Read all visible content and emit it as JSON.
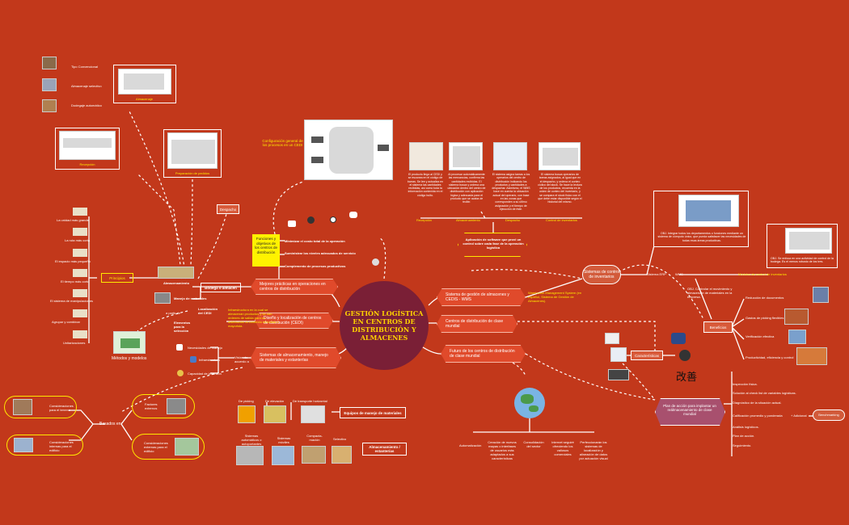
{
  "center": {
    "title": "GESTIÓN LOGÍSTICA EN CENTROS DE DISTRIBUCIÓN Y ALMACENES"
  },
  "branches_left": [
    "Mejores prácticas en operaciones en centros  de distribución",
    "Diseño y localización de centros de distribución (CEDI)",
    "Sistemas de almacenamiento, manejo de materiales  y estanterías"
  ],
  "branches_right": [
    "Sistema de gestión de almacenes y CEDIS - WMS",
    "Centros de distribución de clase mundial",
    "Futuro de los centros de distribución de clase mundial"
  ],
  "wms_note": "Warehouse Management System (en español, Sistema de Gestión de Almacenes).",
  "top": {
    "config_label": "Configuración general de los procesos en un CEDI",
    "functions_label": "Funciones y objetivos de los centros de distribución",
    "functions_items": [
      "Minimizar el costo total de la operación",
      "Suministrar los niveles adecuados de servicio",
      "Complemento de procesos productivos"
    ]
  },
  "left": {
    "principios": "Principios",
    "principios_items": [
      "La unidad más grande",
      "La ruta más corta",
      "El espacio más pequeño",
      "El tiempo más corto",
      "El sistema de manipulaciones",
      "Agrupar y combinar",
      "Unitarizaciones"
    ],
    "almacenamiento": "Almacenamiento",
    "manejo": "Manejo de materiales",
    "bodega": "Bodega o almacén",
    "despacho": "Despacho",
    "almacenaje": "Almacenaje",
    "almacenaje_items": [
      "Tipo Convencional",
      "Almacenaje selectivo",
      "Dodegaje automático"
    ],
    "recepcion": "Recepción",
    "preparacion": "Preparación de pedidos",
    "localizacion": "Localización del CEDI",
    "elementos": "Elementos para la selección",
    "a_partir": "a partir de",
    "infra_note": "Infraestructura en la cual se almacenan productos y se dan órdenes de salida para su distribución al comercio minorista o mayorista.",
    "metodos": "Métodos y modelos",
    "necesidades": "Necesidades de manejo",
    "infraestructura": "Infraestructura",
    "capacidad": "Capacidad de inversión",
    "vistas": "Vistas de acuerdo a",
    "basados": "Basados en:",
    "basados_items": [
      "Consideraciones para el terreno",
      "Consideraciones internas para el edificio",
      "Factores externos",
      "Consideraciones externas para el edificio"
    ]
  },
  "equipment": {
    "title1": "Equipos de manejo de materiales",
    "items1": [
      "De picking",
      "De elevación",
      "De transporte horizontal"
    ],
    "title2": "Almacenamiento / estanterías",
    "items2": [
      "Sistemas automáticos o autoportantes",
      "Sistemas móviles",
      "Compacta- mación",
      "Selectivo"
    ]
  },
  "wms": {
    "descriptions": [
      "El producto llega al CEDI y se escanea en el código de barras. Se lee y actualiza en el sistema las cantidades recibidas, así como toda la información contenida en el código bulto.",
      "Al procesar automáticamente las mercancías, confirma las cantidades recibidas. El sistema busca y ordena una ubicación dentro del centro de distribución con aplicación lógica y adecuada para el producto que se acaba de recibir.",
      "El sistema asigna tareas a los operarios del centro de distribución indicando los productos y cantidades a despachar. Asimismo, el WMS hace en cuenta la ubicación actual del operario, con base en las zonas que corresponden a su último asignación y el tiempo de ejecución de éste.",
      "El sistema busca operarios de tareas asignados, al igual que en el despacho, y ordena el conteo cíclico del stock. Se hace la lectura de los productos, recuerda en la orden de conteo del inventario, y se compara el stock físico con el que debe estar disponible según el historial del mismo."
    ],
    "steps": [
      "Recepción",
      "Almacenamiento",
      "Despacho",
      "Control de inventarios"
    ],
    "software": "Aplicación de software que provi un control sobre cada fase de la operación logística"
  },
  "right": {
    "sistemas_control": "Sistemas de control de inventarios",
    "sistema_erp": "Sistema ERP",
    "erp_desc": "OBJ. Integrar todos los departamentos o funciones mediante un sistema de cómputo único, que pueda satisfacer las necesidades de todas esas áreas productivas.",
    "wms_label": "WMS",
    "modulos": "Módulos de control de inventarios",
    "modulos_desc": "OBJ. Se enfoca en una actividad de control de la bodega. Es el menos robusto de los tres.",
    "obj_control": "OBJ. Controlar el movimiento y almacenaje de materiales en la empresa.",
    "beneficios": "Beneficios",
    "beneficios_items": [
      "Reducción de documentos",
      "Gastos de picking flexibles",
      "Verificación efectiva",
      "Productividad, eficiencia y control"
    ],
    "caracteristicas": "Características",
    "kaizen": "改善",
    "plan": "Plan de acción para implantar un reálmacenamiento de clase mundial",
    "plan_items": [
      "Inspección física.",
      "Solución al check list de variables logísticas.",
      "Diagnóstico de la situación actual.",
      "Calificación  promedio y ponderada",
      "Análisis logísticos.",
      "Plan de acción.",
      "Seguimiento."
    ],
    "adicional": "+ Adicional",
    "benchmarking": "Benchmarking"
  },
  "future": {
    "items": [
      "Automatización",
      "Creación de nuevos mapas o interfases de usuarios más adaptados a sus características",
      "Consolidación del sector",
      "Internet seguiré ofreciendo los valiosos comerciales",
      "Perfeccionarán los sistemas de localización y alineación de datos por actuación visual"
    ]
  }
}
